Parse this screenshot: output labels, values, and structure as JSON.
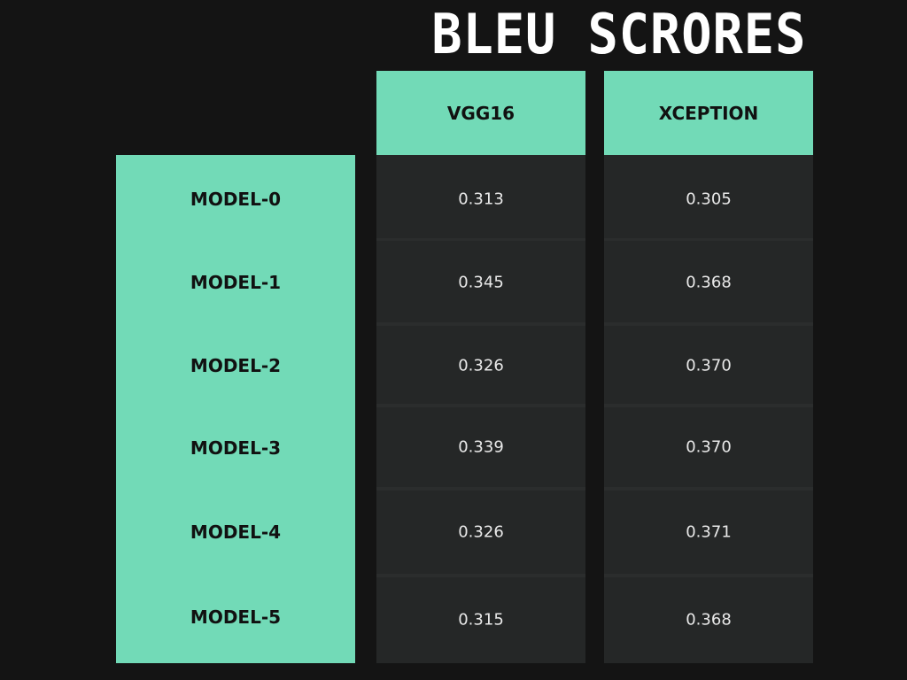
{
  "title": "BLEU SCRORES",
  "colors": {
    "background": "#141414",
    "accent": "#72dab7",
    "cell": "#252727",
    "cell_divider": "#2b2d2d",
    "text_light": "#e9e9e9",
    "text_dark": "#111111"
  },
  "chart_data": {
    "type": "table",
    "title": "BLEU SCRORES",
    "columns": [
      "VGG16",
      "XCEPTION"
    ],
    "rows": [
      "MODEL-0",
      "MODEL-1",
      "MODEL-2",
      "MODEL-3",
      "MODEL-4",
      "MODEL-5"
    ],
    "values": [
      [
        "0.313",
        "0.305"
      ],
      [
        "0.345",
        "0.368"
      ],
      [
        "0.326",
        "0.370"
      ],
      [
        "0.339",
        "0.370"
      ],
      [
        "0.326",
        "0.371"
      ],
      [
        "0.315",
        "0.368"
      ]
    ]
  }
}
